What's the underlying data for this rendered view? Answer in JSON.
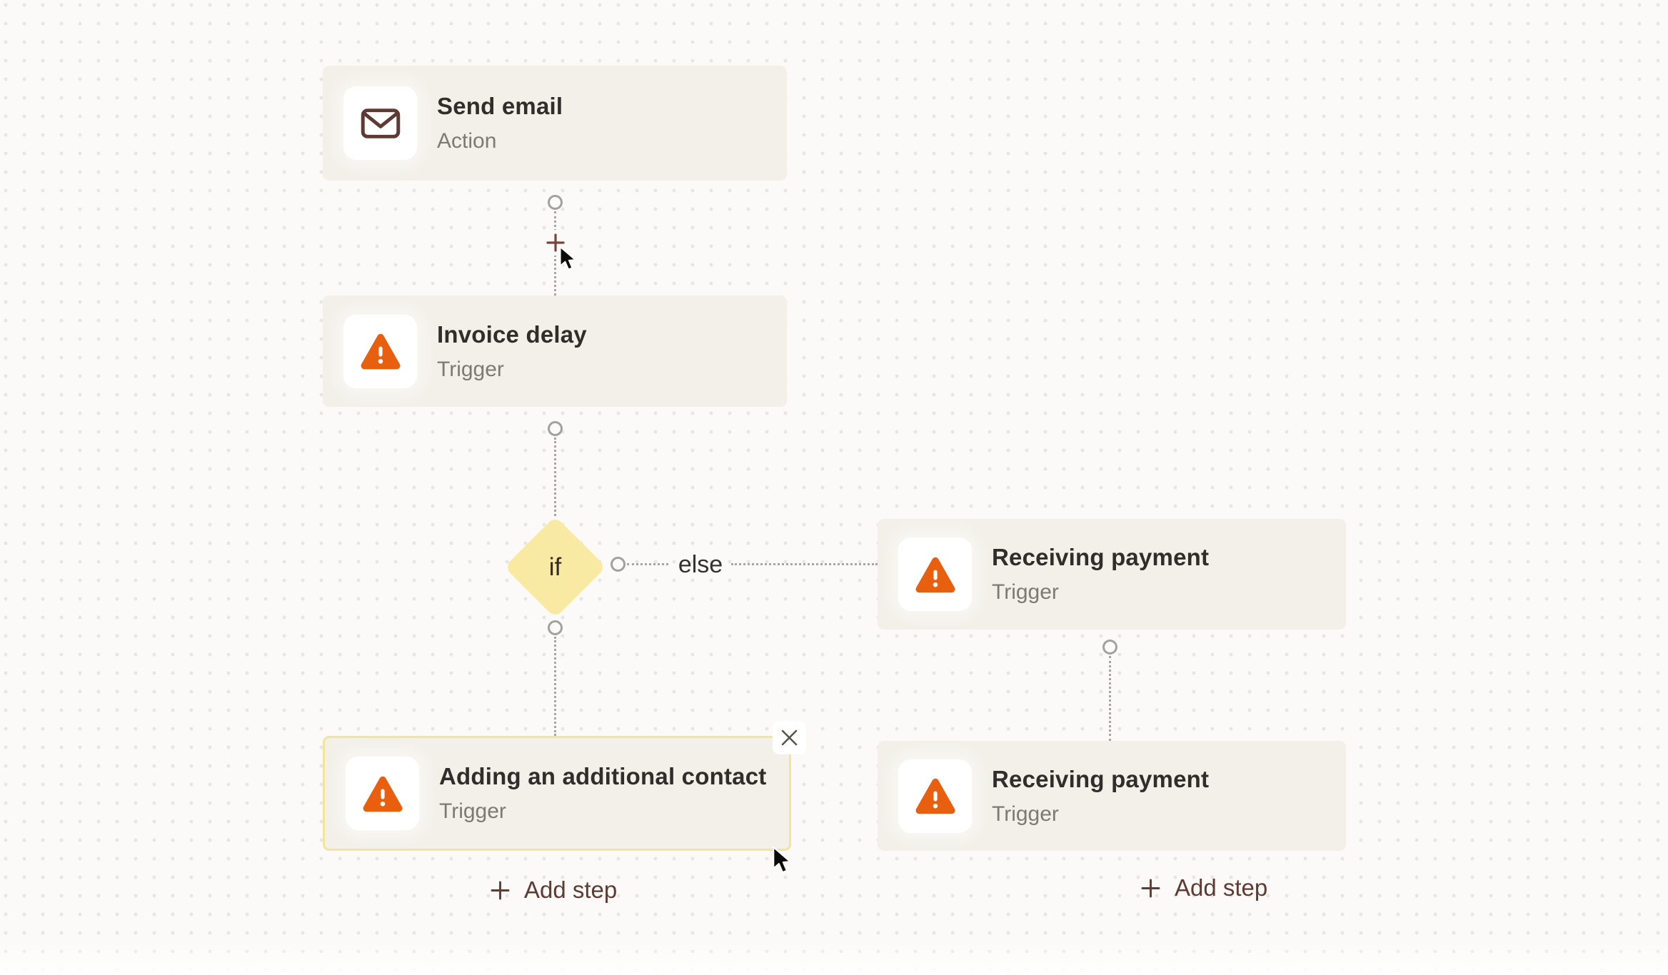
{
  "app": {
    "name": "workflow-builder-canvas"
  },
  "colors": {
    "canvas_bg": "#fbfaf8",
    "grid_dot": "#e8e6e1",
    "card_bg": "#f2f0e9",
    "icon_tile_bg": "#ffffff",
    "title_text": "#302e2a",
    "subtitle_text": "#7c7a74",
    "warning_orange": "#e8600f",
    "mail_maroon": "#5d3a33",
    "add_step_maroon": "#5e3b33",
    "insert_plus_maroon": "#7a4538",
    "diamond_yellow": "#f8e9a3",
    "selected_border_yellow": "#f3e49b",
    "port_stroke": "#a3a19b",
    "dotted_line": "#a9a6a0",
    "close_x": "#575552"
  },
  "nodes": [
    {
      "title": "Send email",
      "subtitle": "Action",
      "icon": "mail-icon"
    },
    {
      "title": "Invoice delay",
      "subtitle": "Trigger",
      "icon": "warning-icon"
    },
    {
      "title": "Adding an additional contact",
      "subtitle": "Trigger",
      "icon": "warning-icon",
      "selected": true
    },
    {
      "title": "Receiving payment",
      "subtitle": "Trigger",
      "icon": "warning-icon"
    },
    {
      "title": "Receiving payment",
      "subtitle": "Trigger",
      "icon": "warning-icon"
    }
  ],
  "condition": {
    "if_label": "if",
    "else_label": "else"
  },
  "actions": {
    "add_step_left": "Add step",
    "add_step_right": "Add step"
  }
}
